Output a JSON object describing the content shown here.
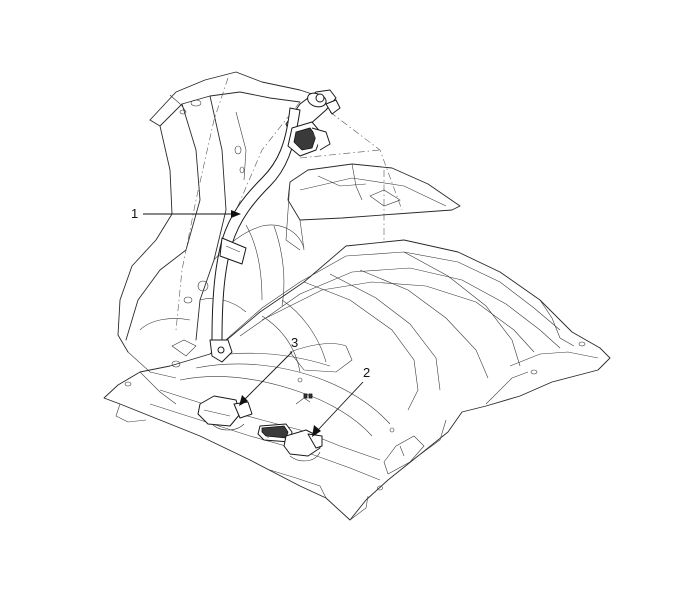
{
  "callouts": [
    {
      "id": "1",
      "label": "1"
    },
    {
      "id": "2",
      "label": "2"
    },
    {
      "id": "3",
      "label": "3"
    }
  ],
  "colors": {
    "line": "#2a2a2a",
    "background": "#ffffff"
  }
}
